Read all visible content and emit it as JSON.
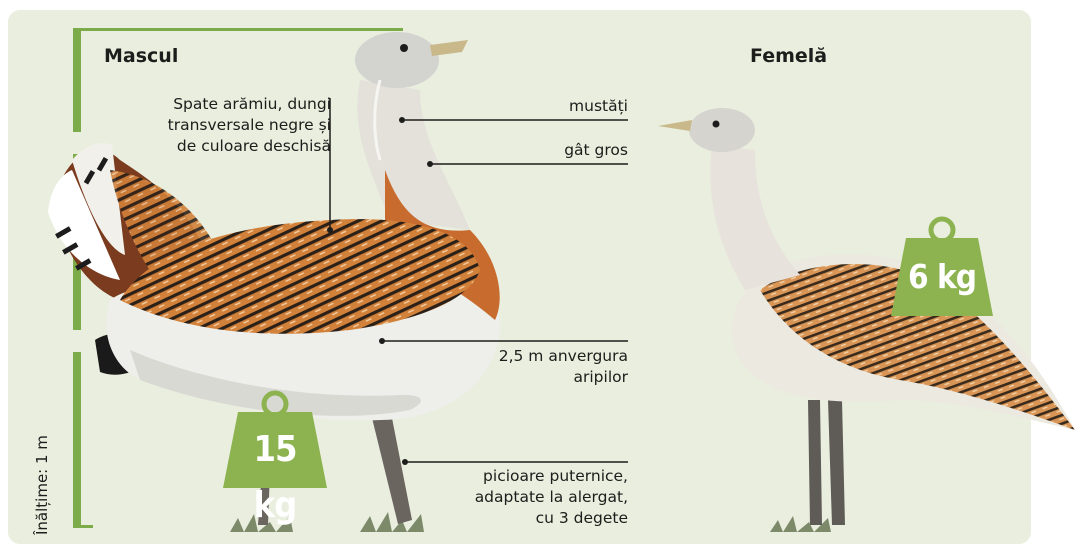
{
  "male": {
    "title": "Mascul",
    "weight": "15 kg",
    "height_label": "Înălțime: 1 m",
    "annotations": {
      "back": [
        "Spate arămiu, dungi",
        "transversale negre și",
        "de culoare deschisă"
      ],
      "whiskers": "mustăți",
      "neck": "gât gros",
      "wingspan": [
        "2,5 m anvergura",
        "aripilor"
      ],
      "legs": [
        "picioare puternice,",
        "adaptate la alergat,",
        "cu 3 degete"
      ]
    }
  },
  "female": {
    "title": "Femelă",
    "weight": "6 kg"
  },
  "colors": {
    "panel_bg": "#e9eedf",
    "accent_green": "#7cab4a",
    "weight_badge": "#8cb34f",
    "leader_line": "#1d1d1b"
  }
}
